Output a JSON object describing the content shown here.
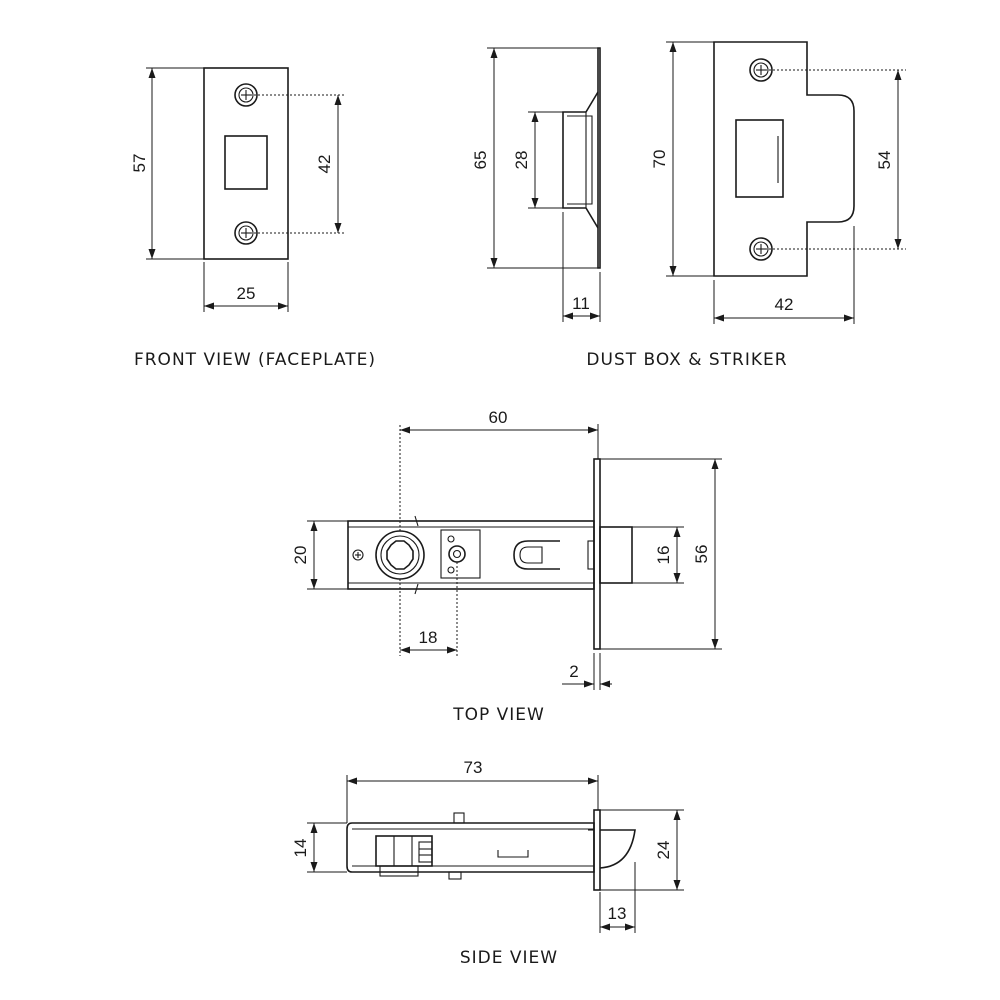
{
  "views": {
    "front": {
      "caption": "FRONT VIEW (FACEPLATE)",
      "height": "57",
      "screw_spacing": "42",
      "width": "25"
    },
    "dustbox": {
      "caption": "DUST BOX & STRIKER",
      "box_height": "65",
      "box_opening": "28",
      "box_depth": "11",
      "striker_height": "70",
      "striker_screw_spacing": "54",
      "striker_width": "42"
    },
    "top": {
      "caption": "TOP VIEW",
      "backset": "60",
      "case_width": "20",
      "follower_offset": "18",
      "bolt_width": "16",
      "faceplate_height": "56",
      "faceplate_thickness": "2"
    },
    "side": {
      "caption": "SIDE VIEW",
      "overall_length": "73",
      "case_height": "14",
      "latch_height": "24",
      "latch_projection": "13"
    }
  }
}
